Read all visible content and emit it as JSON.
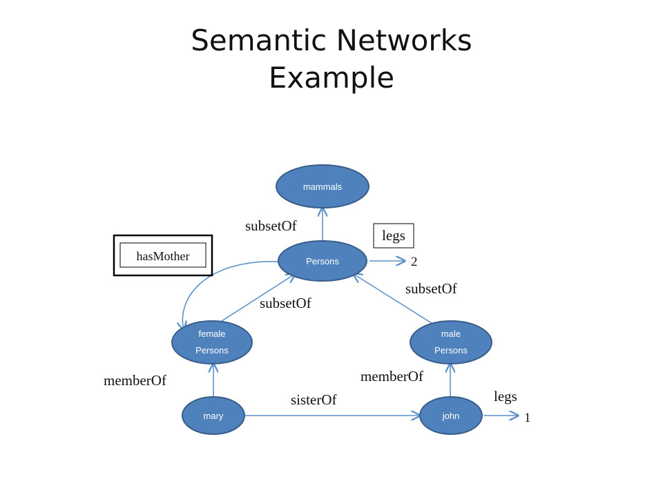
{
  "title": {
    "line1": "Semantic Networks",
    "line2": "Example"
  },
  "colors": {
    "node_fill": "#4f81bd",
    "node_stroke": "#385d8a",
    "edge": "#5b8fc9",
    "box_stroke": "#000000"
  },
  "nodes": {
    "mammals": "mammals",
    "persons": "Persons",
    "female_persons": [
      "female",
      "Persons"
    ],
    "male_persons": [
      "male",
      "Persons"
    ],
    "mary": "mary",
    "john": "john"
  },
  "edges": {
    "persons_mammals": "subsetOf",
    "female_persons": "subsetOf",
    "male_persons": "subsetOf",
    "mary_female": "memberOf",
    "john_male": "memberOf",
    "mary_john": "sisterOf",
    "john_legs": "legs"
  },
  "boxes": {
    "has_mother": "hasMother",
    "persons_legs": "legs"
  },
  "values": {
    "persons_legs": "2",
    "john_legs": "1"
  }
}
